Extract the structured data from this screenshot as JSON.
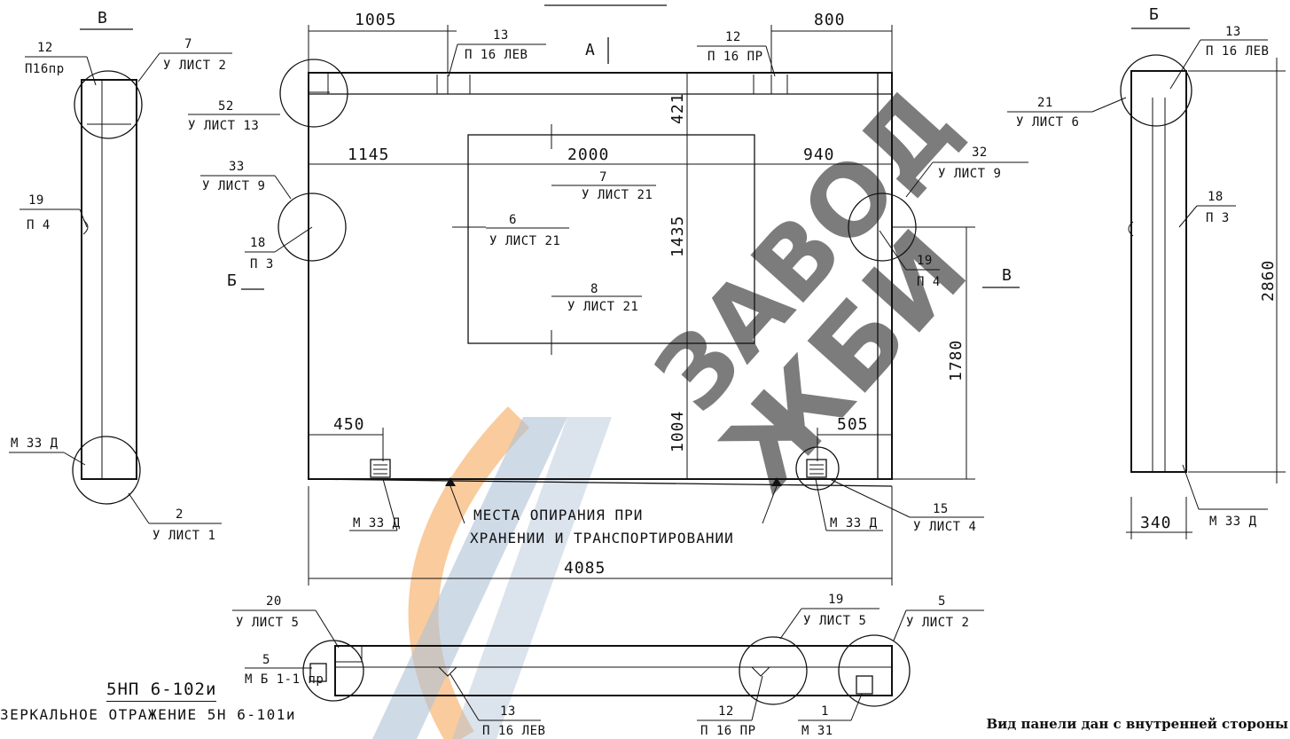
{
  "title": {
    "code": "5НП 6-102и",
    "mirror": "ЗЕРКАЛЬНОЕ ОТРАЖЕНИЕ 5Н 6-101и"
  },
  "caption": "Вид панели дан с внутренней стороны",
  "section_marks": {
    "b_top": "Б",
    "v_top": "В",
    "a": "А",
    "b_mark": "Б",
    "v_mark": "В"
  },
  "dimensions": {
    "d1005": "1005",
    "d800": "800",
    "d421": "421",
    "d1145": "1145",
    "d2000": "2000",
    "d940": "940",
    "d1435": "1435",
    "d1004": "1004",
    "d1780": "1780",
    "d450": "450",
    "d505": "505",
    "d4085": "4085",
    "d2860": "2860",
    "d340": "340"
  },
  "callouts": {
    "c12a_num": "12",
    "c12a_txt": "П16пр",
    "c7_num": "7",
    "c7_txt": "У ЛИСТ 2",
    "c19a_num": "19",
    "c19a_txt": "П 4",
    "c_m33a": "М 33 Д",
    "c2_num": "2",
    "c2_txt": "У ЛИСТ 1",
    "c13a_num": "13",
    "c13a_txt": "П 16 ЛЕВ",
    "c12b_num": "12",
    "c12b_txt": "П 16 ПР",
    "c52_num": "52",
    "c52_txt": "У ЛИСТ 13",
    "c33_num": "33",
    "c33_txt": "У ЛИСТ 9",
    "c18a_num": "18",
    "c18a_txt": "П 3",
    "c7b_num": "7",
    "c7b_txt": "У ЛИСТ 21",
    "c6_num": "6",
    "c6_txt": "У ЛИСТ 21",
    "c8_num": "8",
    "c8_txt": "У ЛИСТ 21",
    "c32_num": "32",
    "c32_txt": "У ЛИСТ 9",
    "c19b_num": "19",
    "c19b_txt": "П 4",
    "c_m33b": "М 33 Д",
    "c_m33c": "М 33 Д",
    "c15_num": "15",
    "c15_txt": "У ЛИСТ 4",
    "support_line1": "МЕСТА ОПИРАНИЯ ПРИ",
    "support_line2": "ХРАНЕНИИ И ТРАНСПОРТИРОВАНИИ",
    "c13b_num": "13",
    "c13b_txt": "П 16 ЛЕВ",
    "c21_num": "21",
    "c21_txt": "У ЛИСТ 6",
    "c18b_num": "18",
    "c18b_txt": "П 3",
    "c_m33d": "М 33 Д",
    "c20_num": "20",
    "c20_txt": "У ЛИСТ 5",
    "c19c_num": "19",
    "c19c_txt": "У ЛИСТ 5",
    "c5a_num": "5",
    "c5a_txt": "У ЛИСТ 2",
    "c5b_num": "5",
    "c5b_txt": "М Б 1-1 пр",
    "c13c_num": "13",
    "c13c_txt": "П 16 ЛЕВ",
    "c12c_num": "12",
    "c12c_txt": "П 16 ПР",
    "c1_num": "1",
    "c1_txt": "М 31"
  },
  "watermark": {
    "line1": "ЗАВОД",
    "line2": "ЖБИ",
    "color": "#6f8fb5",
    "arc_color": "#f6a04d"
  }
}
